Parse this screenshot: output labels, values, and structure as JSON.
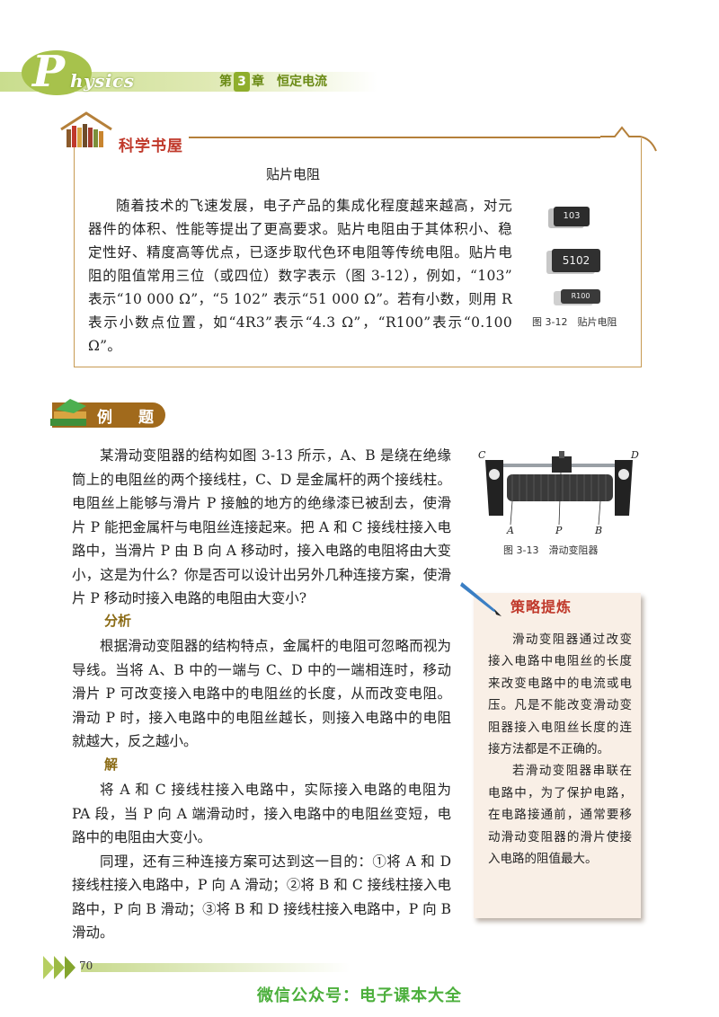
{
  "header": {
    "brand_initial": "P",
    "brand_rest": "hysics",
    "chapter_prefix": "第",
    "chapter_number": "3",
    "chapter_suffix": "章",
    "chapter_title": "恒定电流"
  },
  "science_box": {
    "label": "科学书屋",
    "article_title": "贴片电阻",
    "paragraph": "随着技术的飞速发展，电子产品的集成化程度越来越高，对元器件的体积、性能等提出了更高要求。贴片电阻由于其体积小、稳定性好、精度高等优点，已逐步取代色环电阻等传统电阻。贴片电阻的阻值常用三位（或四位）数字表示（图 3-12），例如，“103” 表示“10 000 Ω”，“5 102” 表示“51 000 Ω”。若有小数，则用 R 表示小数点位置，如“4R3”表示“4.3 Ω”，“R100”表示“0.100 Ω”。",
    "chip_labels": [
      "103",
      "5102",
      "R100"
    ],
    "figure_caption": "图 3-12　贴片电阻"
  },
  "example": {
    "label": "例　题",
    "question": "某滑动变阻器的结构如图 3-13 所示，A、B 是绕在绝缘筒上的电阻丝的两个接线柱，C、D 是金属杆的两个接线柱。电阻丝上能够与滑片 P 接触的地方的绝缘漆已被刮去，使滑片 P 能把金属杆与电阻丝连接起来。把 A 和 C 接线柱接入电路中，当滑片 P 由 B 向 A 移动时，接入电路的电阻将由大变小，这是为什么？你是否可以设计出另外几种连接方案，使滑片 P 移动时接入电路的电阻由大变小?",
    "analysis_heading": "分析",
    "analysis": "根据滑动变阻器的结构特点，金属杆的电阻可忽略而视为导线。当将 A、B 中的一端与 C、D 中的一端相连时，移动滑片 P 可改变接入电路中的电阻丝的长度，从而改变电阻。滑动 P 时，接入电路中的电阻丝越长，则接入电路中的电阻就越大，反之越小。",
    "solution_heading": "解",
    "solution_1": "将 A 和 C 接线柱接入电路中，实际接入电路的电阻为 PA 段，当 P 向 A 端滑动时，接入电路中的电阻丝变短，电路中的电阻由大变小。",
    "solution_2": "同理，还有三种连接方案可达到这一目的：①将 A 和 D 接线柱接入电路中，P 向 A 滑动；②将 B 和 C 接线柱接入电路中，P 向 B 滑动；③将 B 和 D 接线柱接入电路中，P 向 B 滑动。"
  },
  "figure_3_13": {
    "terminal_labels": [
      "C",
      "D",
      "A",
      "P",
      "B"
    ],
    "caption": "图 3-13　滑动变阻器"
  },
  "strategy": {
    "label": "策略提炼",
    "paragraph_1": "滑动变阻器通过改变接入电路中电阻丝的长度来改变电路中的电流或电压。凡是不能改变滑动变阻器接入电阻丝长度的连接方法都是不正确的。",
    "paragraph_2": "若滑动变阻器串联在电路中，为了保护电路，在电路接通前，通常要移动滑动变阻器的滑片使接入电路的阻值最大。"
  },
  "footer": {
    "page_number": "70",
    "watermark": "微信公众号：电子课本大全"
  },
  "colors": {
    "header_green": "#a7c24c",
    "box_border": "#c79a52",
    "label_red": "#c0392b",
    "example_brown": "#a16a1c",
    "sidebar_bg": "#f9efe6",
    "watermark_green": "#4caf3c"
  }
}
